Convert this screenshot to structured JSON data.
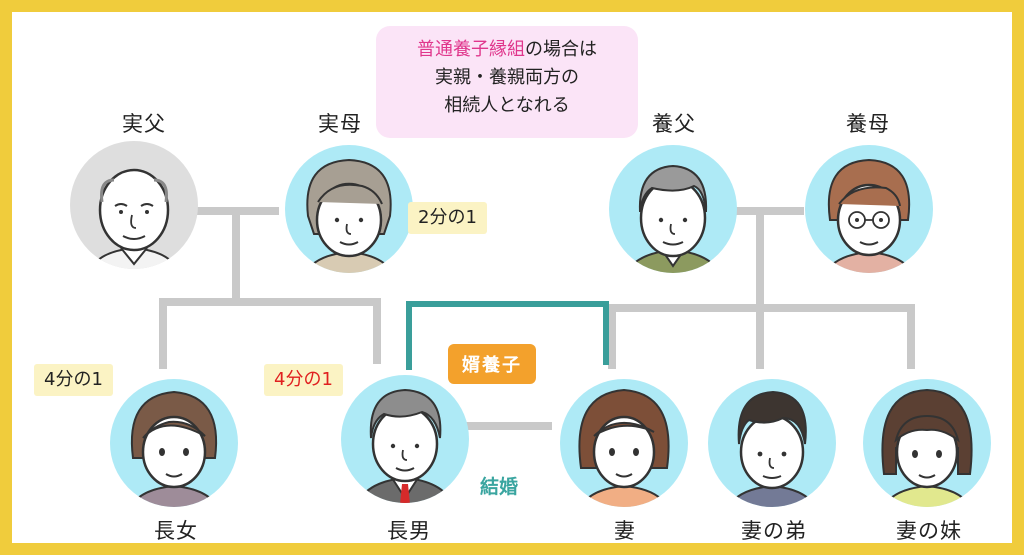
{
  "callout": {
    "highlight": "普通養子縁組",
    "line1_rest": "の場合は",
    "line2": "実親・養親両方の",
    "line3": "相続人となれる"
  },
  "people": {
    "jitsufu": "実父",
    "jitsubo": "実母",
    "youfu": "養父",
    "youbo": "養母",
    "choujo": "長女",
    "chounan": "長男",
    "tsuma": "妻",
    "tsuma_otouto": "妻の弟",
    "tsuma_imouto": "妻の妹"
  },
  "shares": {
    "jitsubo": "2分の1",
    "choujo": "4分の1",
    "chounan": "4分の1"
  },
  "labels": {
    "mukoyoushi": "婿養子",
    "kekkon": "結婚"
  },
  "colors": {
    "frame": "#f0cc3c",
    "line": "#c9c9c9",
    "marriage_line": "#3a9e9a",
    "face_bg": "#aeeaf6",
    "tag_bg": "#fbf3c4",
    "callout_bg": "#fbe4f7",
    "highlight": "#e0368c",
    "badge": "#f3a12c"
  }
}
